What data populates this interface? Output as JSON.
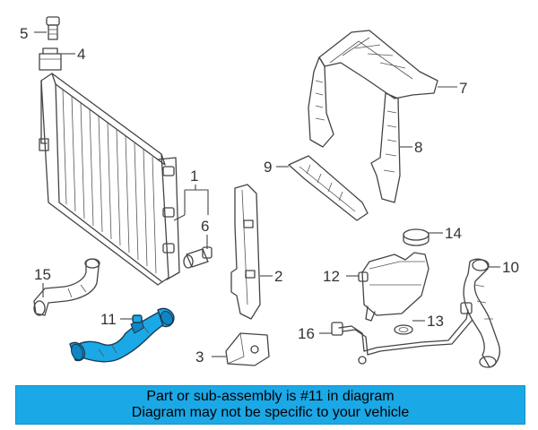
{
  "callouts": {
    "c1": "1",
    "c2": "2",
    "c3": "3",
    "c4": "4",
    "c5": "5",
    "c6": "6",
    "c7": "7",
    "c8": "8",
    "c9": "9",
    "c10": "10",
    "c11": "11",
    "c12": "12",
    "c13": "13",
    "c14": "14",
    "c15": "15",
    "c16": "16"
  },
  "highlight": {
    "part": "11",
    "color": "#1ba8e6"
  },
  "banner": {
    "line1": "Part or sub-assembly is #11 in diagram",
    "line2": "Diagram may not be specific to your vehicle",
    "background": "#1ba8e6"
  }
}
